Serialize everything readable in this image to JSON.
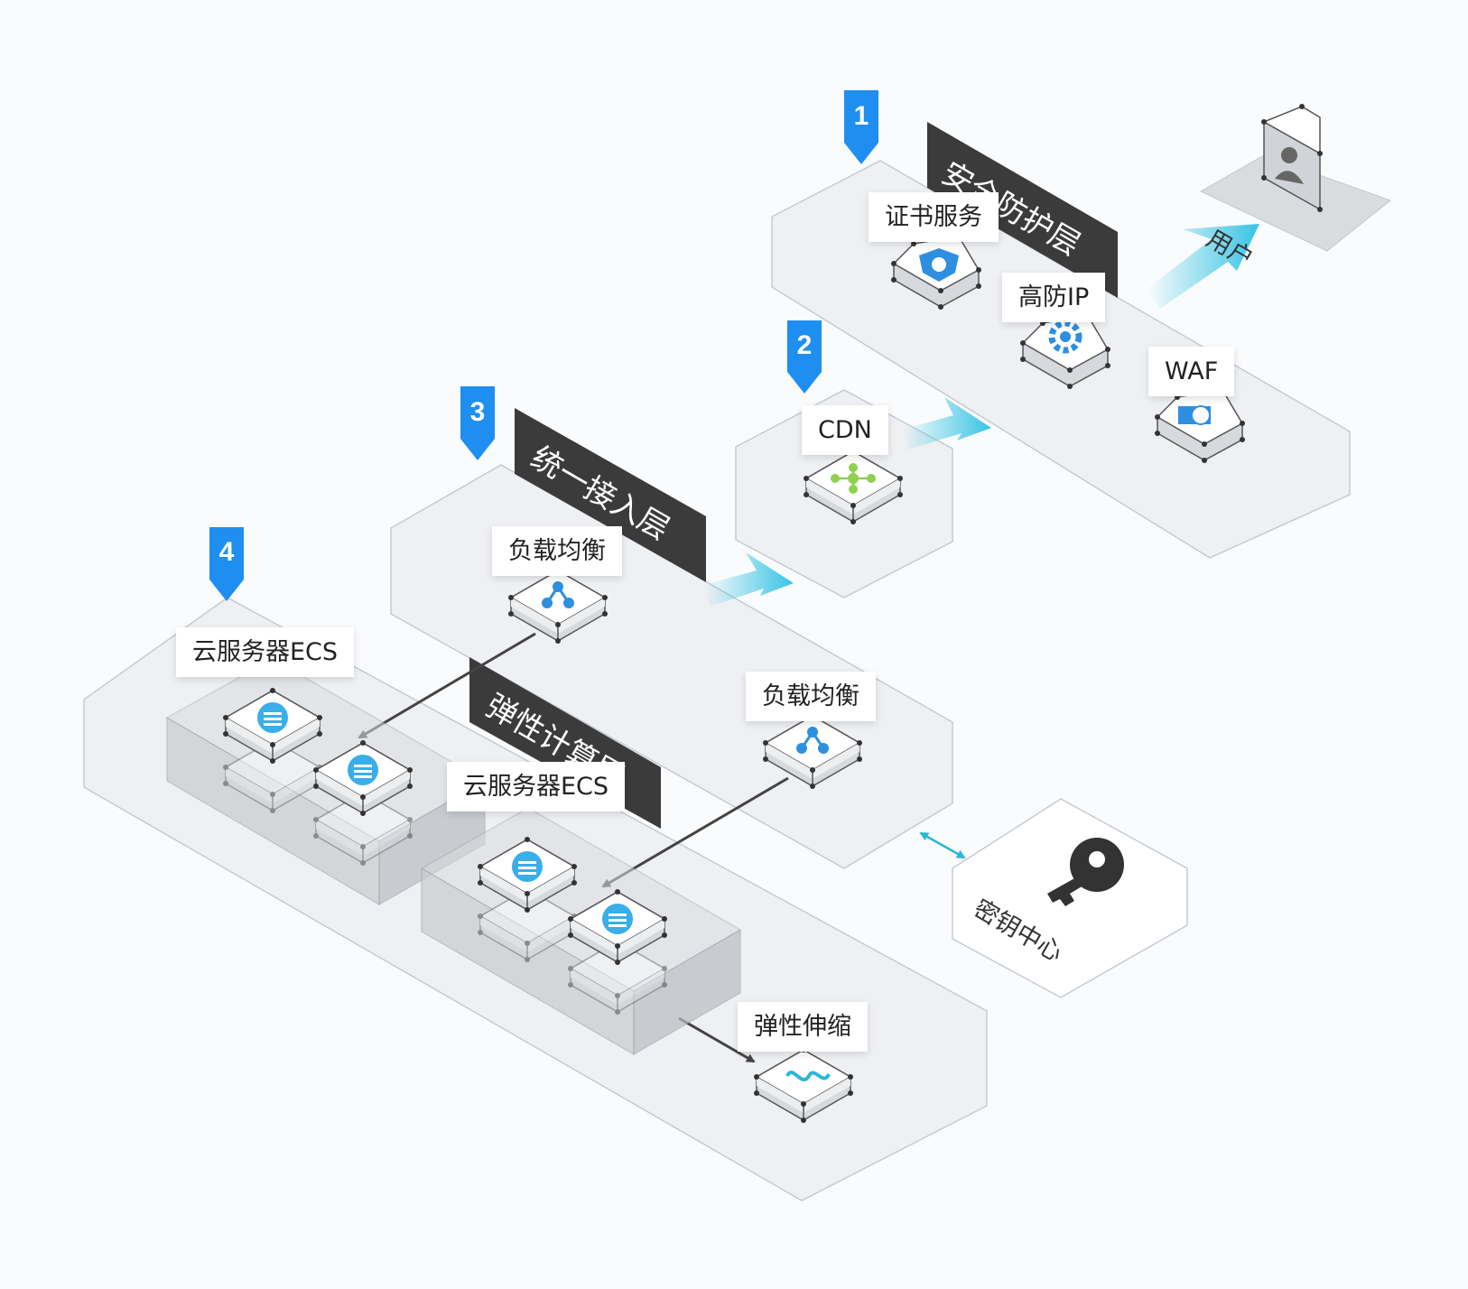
{
  "layers": {
    "security": {
      "number": "1",
      "title": "安全防护层"
    },
    "cdn": {
      "number": "2"
    },
    "access": {
      "number": "3",
      "title": "统一接入层"
    },
    "compute": {
      "number": "4",
      "title": "弹性计算层"
    }
  },
  "nodes": {
    "cert": {
      "label": "证书服务",
      "icon": "shield-cloud-icon"
    },
    "anti_ddos": {
      "label": "高防IP",
      "icon": "gear-icon"
    },
    "waf": {
      "label": "WAF",
      "icon": "firewall-globe-icon"
    },
    "cdn": {
      "label": "CDN",
      "icon": "network-node-icon"
    },
    "slb_1": {
      "label": "负载均衡",
      "icon": "load-balancer-icon"
    },
    "slb_2": {
      "label": "负载均衡",
      "icon": "load-balancer-icon"
    },
    "ecs_1": {
      "label": "云服务器ECS",
      "icon": "cloud-server-icon"
    },
    "ecs_2": {
      "label": "云服务器ECS",
      "icon": "cloud-server-icon"
    },
    "auto_scaling": {
      "label": "弹性伸缩",
      "icon": "scaling-icon"
    }
  },
  "user": {
    "label": "用户",
    "icon": "user-icon"
  },
  "kms": {
    "label": "密钥中心",
    "icon": "key-icon"
  },
  "colors": {
    "accent_blue": "#1e8ff0",
    "flow_cyan": "#3fc9e6",
    "title_bar": "#3b3b3b",
    "platform": "#eef0f3",
    "platform_edge": "#c6cbd2",
    "arrow": "#444444"
  }
}
